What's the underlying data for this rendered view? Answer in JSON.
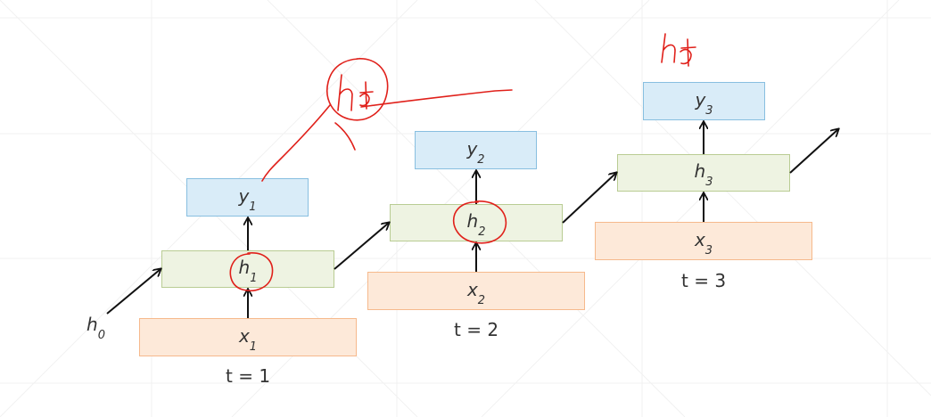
{
  "steps": [
    {
      "x_base": "x",
      "x_sub": "1",
      "h_base": "h",
      "h_sub": "1",
      "y_base": "y",
      "y_sub": "1",
      "time_label": "t = 1"
    },
    {
      "x_base": "x",
      "x_sub": "2",
      "h_base": "h",
      "h_sub": "2",
      "y_base": "y",
      "y_sub": "2",
      "time_label": "t = 2"
    },
    {
      "x_base": "x",
      "x_sub": "3",
      "h_base": "h",
      "h_sub": "3",
      "y_base": "y",
      "y_sub": "3",
      "time_label": "t = 3"
    }
  ],
  "initial_state": {
    "base": "h",
    "sub": "0"
  },
  "colors": {
    "input_fill": "#fde9d9",
    "input_border": "#f6b98c",
    "hidden_fill": "#eef3e2",
    "hidden_border": "#b9cc93",
    "output_fill": "#d9ecf8",
    "output_border": "#88bfe0",
    "annotation": "#e0201a"
  }
}
